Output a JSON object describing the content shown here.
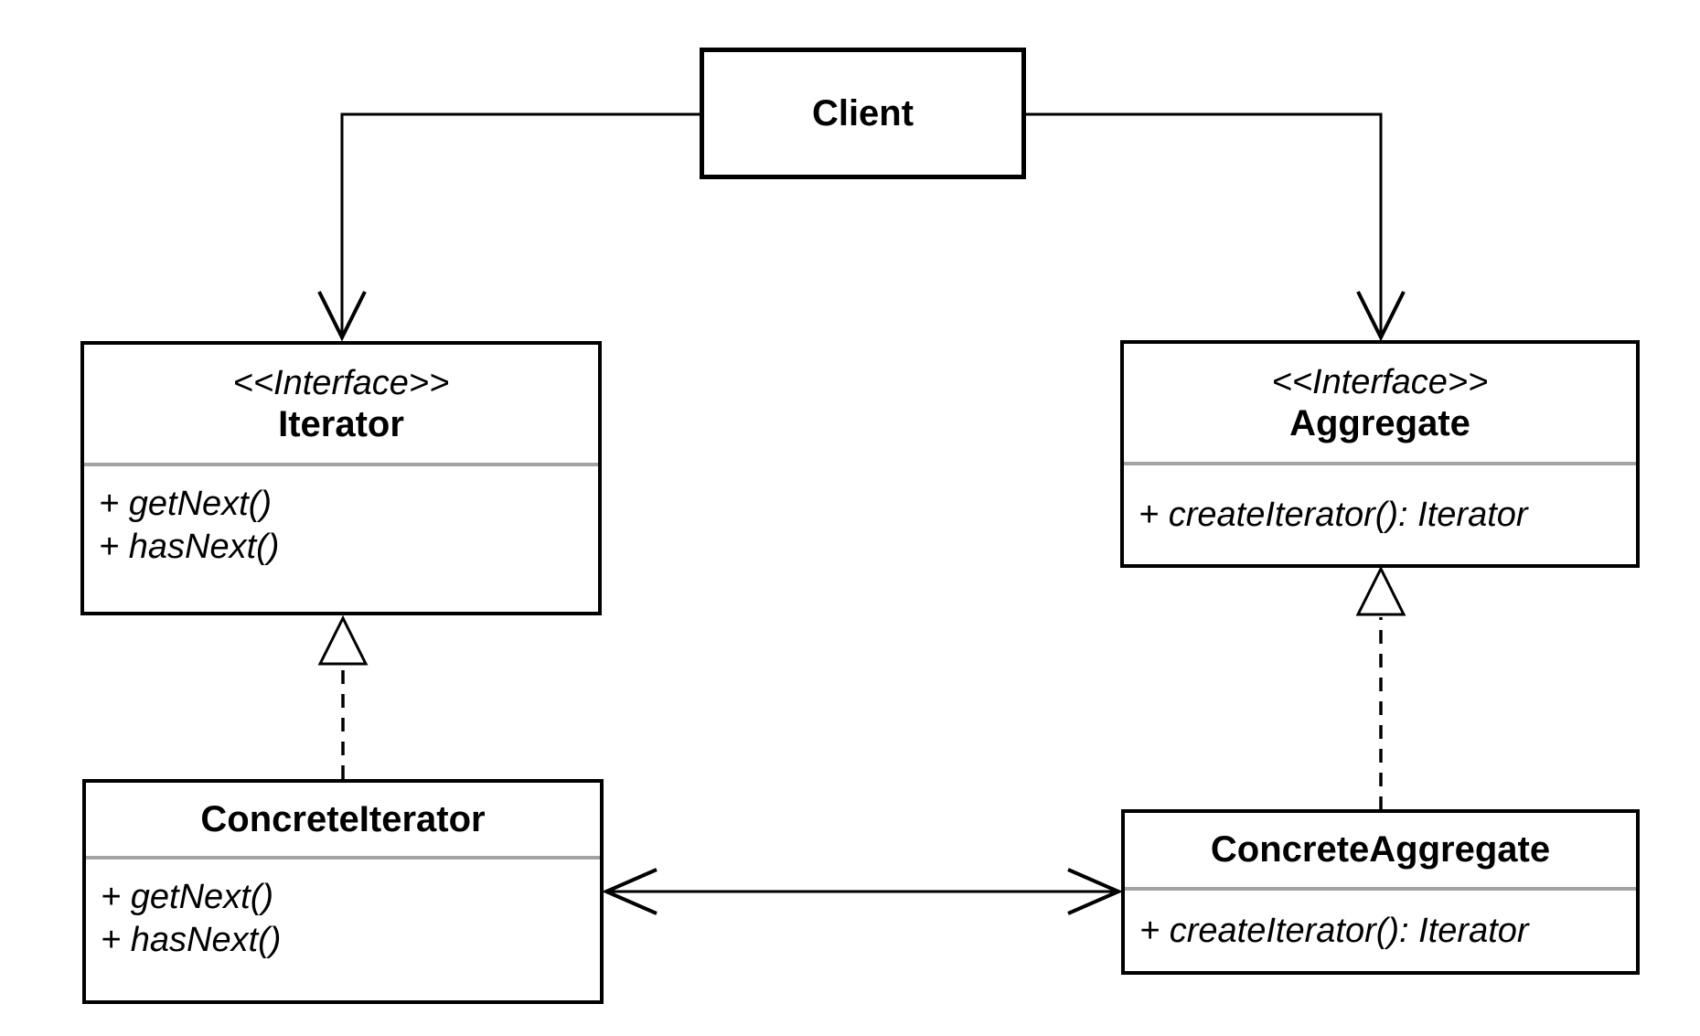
{
  "nodes": {
    "client": {
      "title": "Client"
    },
    "iterator": {
      "stereotype": "<<Interface>>",
      "title": "Iterator",
      "methods": [
        "+ getNext()",
        "+ hasNext()"
      ]
    },
    "aggregate": {
      "stereotype": "<<Interface>>",
      "title": "Aggregate",
      "methods": [
        "+ createIterator(): Iterator"
      ]
    },
    "concrete_iterator": {
      "title": "ConcreteIterator",
      "methods": [
        "+ getNext()",
        "+ hasNext()"
      ]
    },
    "concrete_aggregate": {
      "title": "ConcreteAggregate",
      "methods": [
        "+ createIterator(): Iterator"
      ]
    }
  },
  "edges": [
    {
      "from": "Client",
      "to": "Iterator",
      "type": "directed-association",
      "line": "solid",
      "arrowhead": "open"
    },
    {
      "from": "Client",
      "to": "Aggregate",
      "type": "directed-association",
      "line": "solid",
      "arrowhead": "open"
    },
    {
      "from": "ConcreteIterator",
      "to": "Iterator",
      "type": "realization",
      "line": "dashed",
      "arrowhead": "hollow-triangle"
    },
    {
      "from": "ConcreteAggregate",
      "to": "Aggregate",
      "type": "realization",
      "line": "dashed",
      "arrowhead": "hollow-triangle"
    },
    {
      "from": "ConcreteIterator",
      "to": "ConcreteAggregate",
      "type": "bidirectional-association",
      "line": "solid",
      "arrowhead": "open-both-ends"
    }
  ],
  "colors": {
    "background": "#ffffff",
    "border": "#000000",
    "divider": "#a3a3a3",
    "text": "#000000"
  }
}
